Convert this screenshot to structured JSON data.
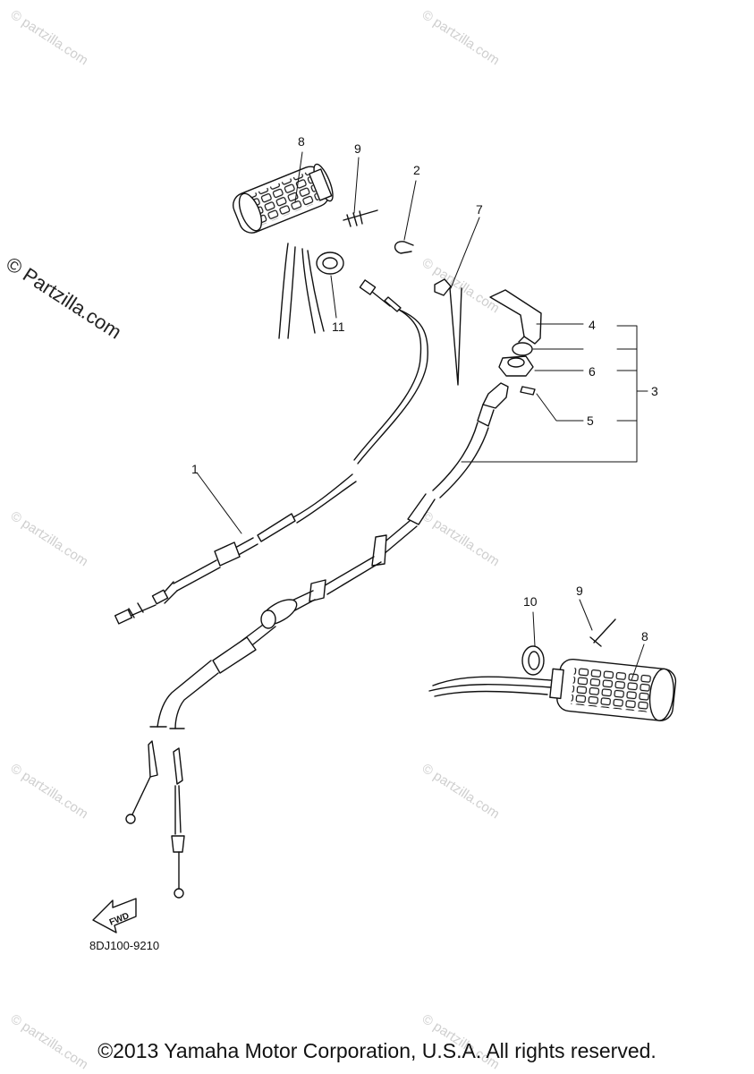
{
  "watermarks": {
    "small": "© partzilla.com",
    "large": "© Partzilla.com"
  },
  "callouts": {
    "n1": "1",
    "n2": "2",
    "n3": "3",
    "n4": "4",
    "n5": "5",
    "n6": "6",
    "n7": "7",
    "n8": "8",
    "n9": "9",
    "n10": "10",
    "n11": "11"
  },
  "fwd_label": "FWD",
  "diagram_code": "8DJ100-9210",
  "copyright": "©2013 Yamaha Motor Corporation, U.S.A. All rights reserved."
}
